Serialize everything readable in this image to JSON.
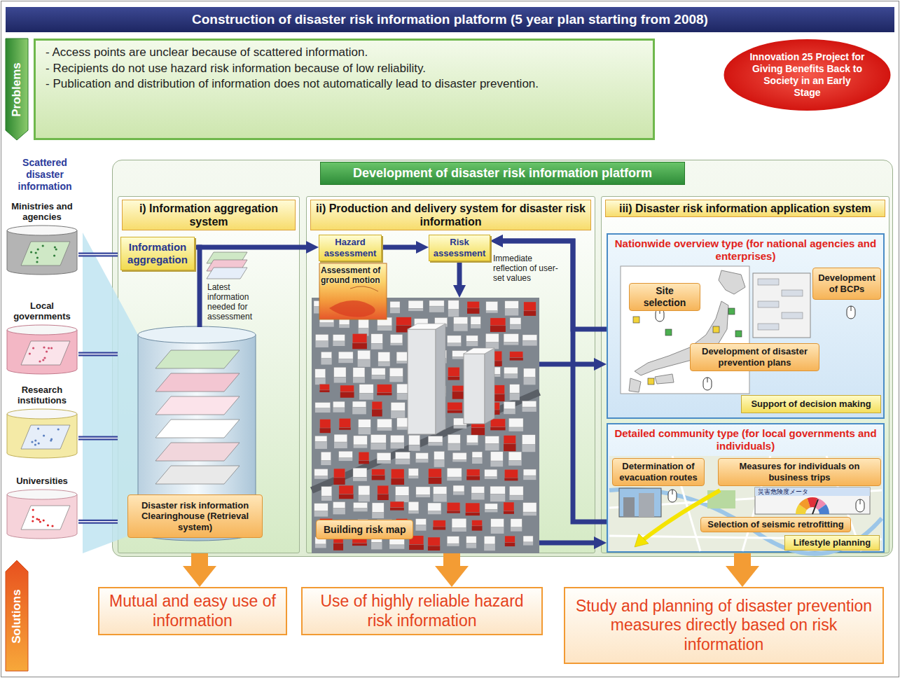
{
  "diagram": {
    "title": "Construction of disaster risk information platform (5 year plan starting from 2008)",
    "nodes": [
      {
        "text": [
          "- Access points are unclear because of scattered information.",
          "- Recipients do not use hazard risk information because of low reliability.",
          "- Publication and distribution of information does not automatically lead to disaster prevention."
        ]
      },
      {
        "text": [
          "Innovation 25 Project for Giving Benefits Back to Society in an Early Stage"
        ]
      },
      {
        "text": [
          "Ministries and agencies"
        ]
      },
      {
        "text": [
          "Local governments"
        ]
      },
      {
        "text": [
          "Research institutions"
        ]
      },
      {
        "text": [
          "Universities"
        ]
      },
      {
        "text": [
          "Development of disaster risk information platform"
        ]
      },
      {
        "text": [
          "i) Information aggregation system"
        ],
        "in": 6
      },
      {
        "text": [
          "Information aggregation"
        ],
        "in": 7
      },
      {
        "text": [
          "Disaster risk information Clearinghouse (Retrieval system)"
        ],
        "in": 7
      },
      {
        "text": [
          "ii) Production and delivery system for disaster risk information"
        ],
        "in": 6
      },
      {
        "text": [
          "Hazard assessment"
        ],
        "in": 10
      },
      {
        "text": [
          "Risk assessment"
        ],
        "in": 10
      },
      {
        "text": [
          "Building risk map"
        ],
        "in": 10
      },
      {
        "text": [
          "iii) Disaster risk information application system"
        ],
        "in": 6
      },
      {
        "text": [
          "Nationwide overview type (for national agencies and enterprises)"
        ],
        "in": 14
      },
      {
        "text": [
          "Site selection"
        ],
        "in": 15
      },
      {
        "text": [
          "Development of BCPs"
        ],
        "in": 15
      },
      {
        "text": [
          "Development of disaster prevention plans"
        ],
        "in": 15
      },
      {
        "text": [
          "Support of decision making"
        ],
        "in": 15
      },
      {
        "text": [
          "Detailed community type (for local governments and individuals)"
        ],
        "in": 14
      },
      {
        "text": [
          "Determination of evacuation routes"
        ],
        "in": 20
      },
      {
        "text": [
          "Measures for individuals on business trips"
        ],
        "in": 20
      },
      {
        "text": [
          "Selection of seismic retrofitting"
        ],
        "in": 20
      },
      {
        "text": [
          "Lifestyle planning"
        ],
        "in": 20
      },
      {
        "text": [
          "Mutual and easy use of information"
        ]
      },
      {
        "text": [
          "Use of highly reliable hazard risk information"
        ]
      },
      {
        "text": [
          "Study and planning of disaster prevention measures directly based on risk information"
        ]
      }
    ],
    "edges": [
      {
        "from": 2,
        "to": 7,
        "arrow": "none"
      },
      {
        "from": 3,
        "to": 7,
        "arrow": "none"
      },
      {
        "from": 4,
        "to": 7,
        "arrow": "none"
      },
      {
        "from": 5,
        "to": 7,
        "arrow": "none"
      },
      {
        "from": 8,
        "to": 11,
        "arrow": "to"
      },
      {
        "from": 11,
        "to": 12,
        "arrow": "to"
      },
      {
        "from": 12,
        "to": 13,
        "arrow": "to"
      },
      {
        "from": 13,
        "to": 15,
        "arrow": "to"
      },
      {
        "from": 13,
        "to": 20,
        "arrow": "to"
      },
      {
        "from": 15,
        "to": 12,
        "arrow": "to"
      },
      {
        "from": 20,
        "to": 12,
        "arrow": "to"
      },
      {
        "from": 7,
        "to": 25,
        "arrow": "to"
      },
      {
        "from": 10,
        "to": 26,
        "arrow": "to"
      },
      {
        "from": 14,
        "to": 27,
        "arrow": "to"
      }
    ],
    "labels": [
      "Problems",
      "Solutions",
      "Scattered disaster information",
      "Latest information needed for assessment",
      "Assessment of ground motion",
      "Immediate reflection of user-set values",
      "災害危険度メータ"
    ]
  }
}
